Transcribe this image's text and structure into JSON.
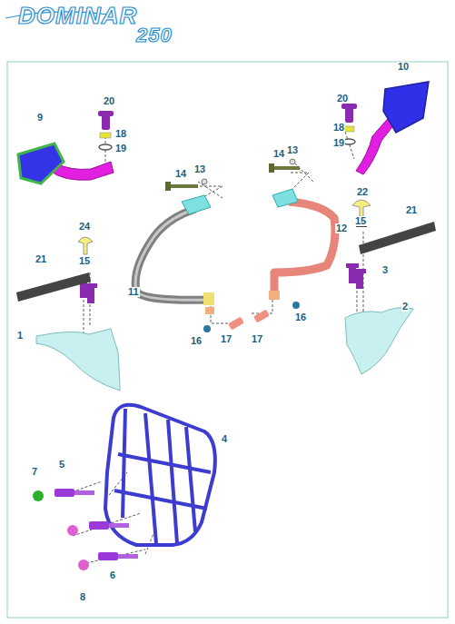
{
  "diagram": {
    "labels": [
      "DOMINAR",
      "250",
      "9",
      "20",
      "18",
      "19",
      "10",
      "20",
      "18",
      "19",
      "13",
      "14",
      "13",
      "14",
      "12",
      "11",
      "22",
      "15",
      "21",
      "24",
      "15",
      "21",
      "3",
      "2",
      "1",
      "16",
      "17",
      "17",
      "16",
      "4",
      "7",
      "5",
      "8",
      "6"
    ]
  }
}
